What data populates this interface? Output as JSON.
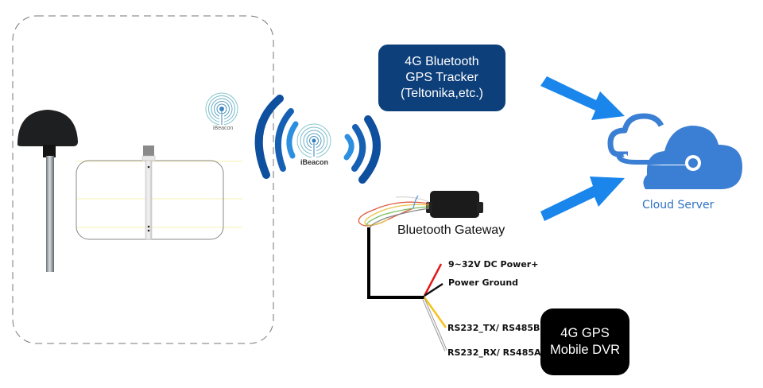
{
  "diagram": {
    "vehicle_area": {
      "label": ""
    },
    "beacons": [
      {
        "label": "iBeacon"
      },
      {
        "label": "iBeacon"
      }
    ],
    "tracker": {
      "lines": [
        "4G Bluetooth",
        "GPS Tracker",
        "(Teltonika,etc.)"
      ]
    },
    "gateway": {
      "label": "Bluetooth Gateway"
    },
    "wires": [
      {
        "label": "9~32V DC Power+",
        "color": "#e01b1b"
      },
      {
        "label": "Power Ground",
        "color": "#111111"
      },
      {
        "label": "RS232_TX/ RS485B",
        "color": "#f5c21b"
      },
      {
        "label": "RS232_RX/ RS485A",
        "color": "#cfcfcf"
      }
    ],
    "dvr": {
      "lines": [
        "4G GPS",
        "Mobile DVR"
      ]
    },
    "cloud": {
      "label": "Cloud Server"
    },
    "colors": {
      "tracker_bg": "#0d3f7a",
      "dvr_bg": "#000000",
      "arrow": "#1a86ec",
      "cloud": "#3b7fd4",
      "signal_dark": "#0e4f9e",
      "signal_light": "#2d8fe0"
    }
  }
}
